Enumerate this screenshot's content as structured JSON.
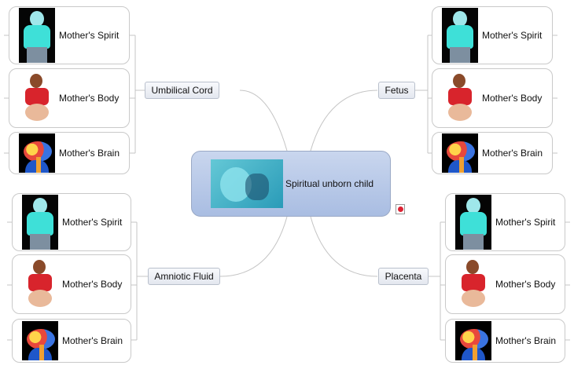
{
  "central": {
    "label": "Spiritual unborn child",
    "image": "fetus-image"
  },
  "branches": {
    "umbilical_cord": {
      "label": "Umbilical Cord"
    },
    "fetus": {
      "label": "Fetus"
    },
    "amniotic_fluid": {
      "label": "Amniotic Fluid"
    },
    "placenta": {
      "label": "Placenta"
    }
  },
  "leaves": {
    "spirit": "Mother's Spirit",
    "body": "Mother's Body",
    "brain": "Mother's Brain"
  },
  "icons": [
    "note-icon",
    "spirit-image",
    "body-image",
    "brain-image",
    "fetus-image"
  ],
  "colors": {
    "central_fill": "#b8c9e8",
    "connector": "#c0c0c0",
    "card_border": "#c9c9c9"
  }
}
